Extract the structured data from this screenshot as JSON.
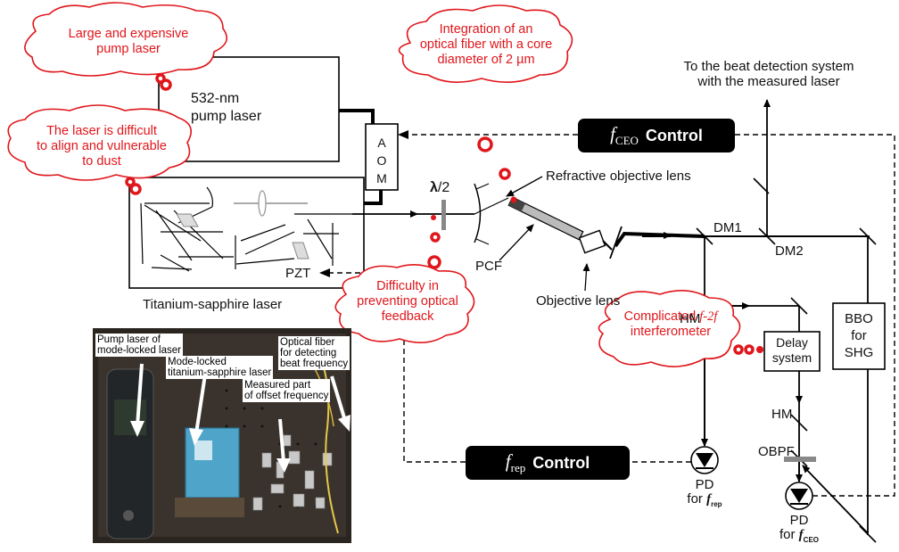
{
  "callouts": {
    "large_pump": "Large and expensive\npump laser",
    "integration": "Integration of an\noptical fiber with a core\ndiameter of 2 µm",
    "alignment": "The laser is difficult\nto align and vulnerable\nto dust",
    "feedback": "Difficulty in\npreventing optical\nfeedback",
    "complicated_pre": "Complicated ",
    "complicated_em": "f-2f",
    "complicated_post": "\ninterferometer"
  },
  "components": {
    "pump_laser": "532-nm\npump laser",
    "aom": "A\nO\nM",
    "ti_sapphire": "Titanium-sapphire laser",
    "pzt": "PZT",
    "lambda_bold": "λ",
    "lambda_rest": "/2",
    "refractive_lens": "Refractive objective lens",
    "pcf": "PCF",
    "objective_lens": "Objective lens",
    "dm1": "DM1",
    "dm2": "DM2",
    "hm_top": "HM",
    "hm_bottom": "HM",
    "delay": "Delay\nsystem",
    "bbo": "BBO\nfor\nSHG",
    "obpf": "OBPF",
    "pd_rep": "PD\nfor ",
    "pd_rep_f": "f",
    "pd_rep_sub": "rep",
    "pd_ceo": "PD\nfor ",
    "pd_ceo_f": "f",
    "pd_ceo_sub": "CEO",
    "beat_detection": "To the beat detection system\nwith the measured laser"
  },
  "controls": {
    "ceo": {
      "symbol": "f",
      "sub": "CEO",
      "label": "Control"
    },
    "rep": {
      "symbol": "f",
      "sub": "rep",
      "label": "Control"
    }
  },
  "photo": {
    "pump_label": "Pump laser of\nmode-locked laser",
    "mode_locked_label": "Mode-locked\ntitanium-sapphire laser",
    "fiber_label": "Optical fiber\nfor detecting\nbeat frequency",
    "measured_label": "Measured part\nof offset frequency"
  }
}
